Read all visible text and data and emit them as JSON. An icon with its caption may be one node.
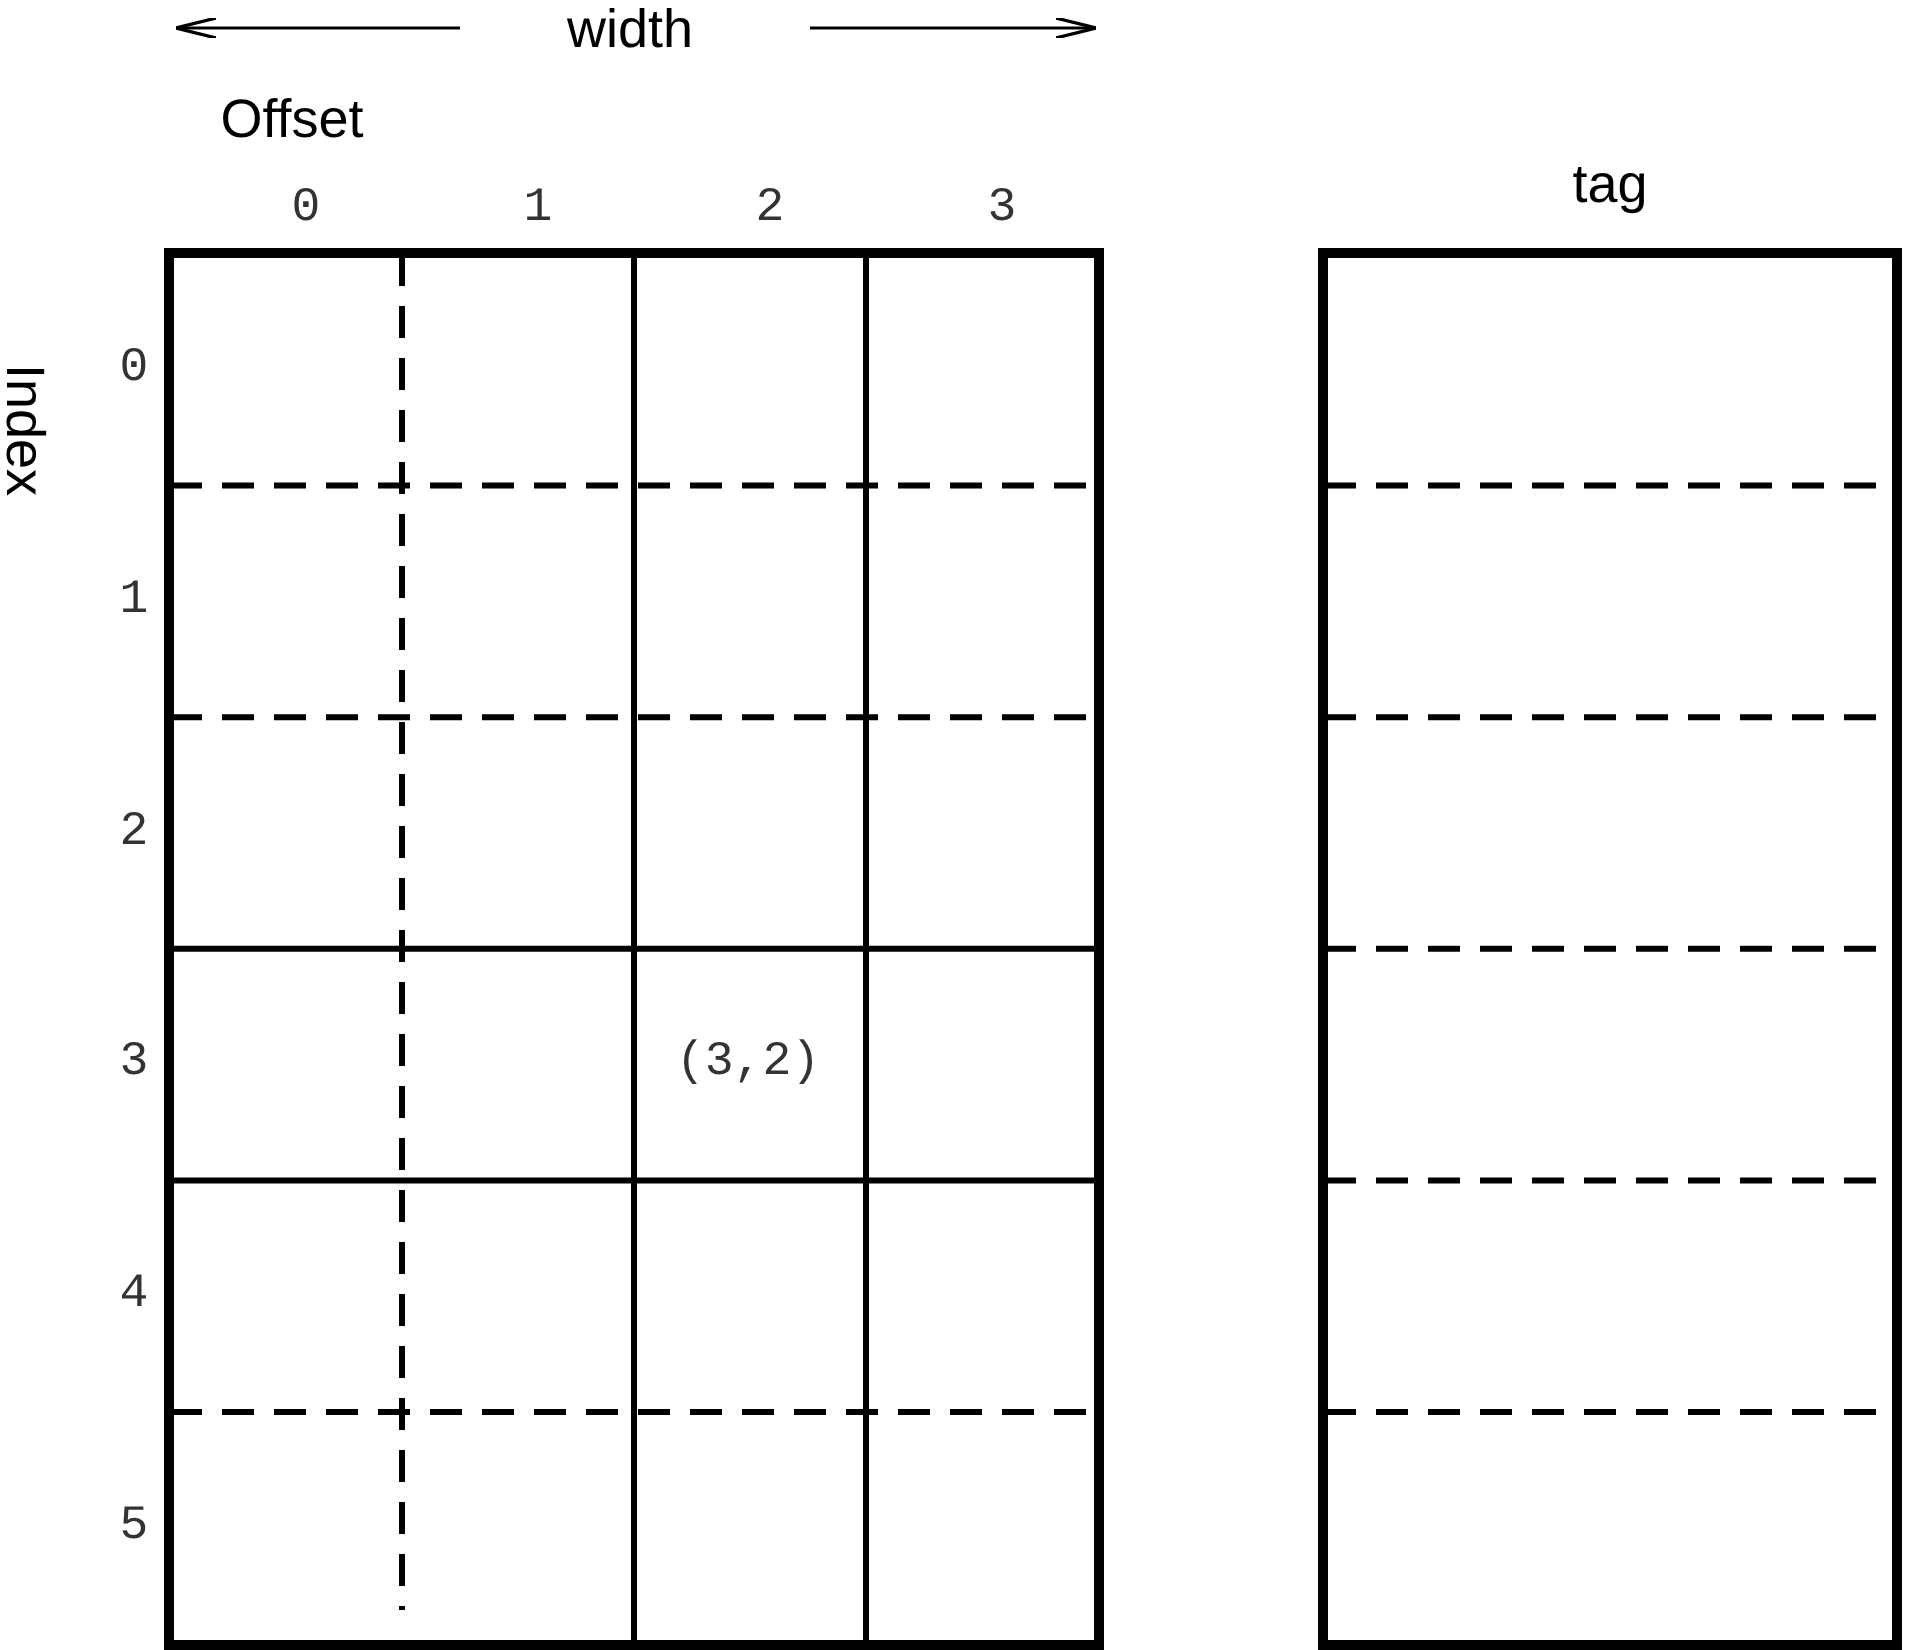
{
  "diagram": {
    "nodes": [
      {
        "text": [],
        "shape": "box"
      },
      {
        "text": [
          "(3,2)"
        ],
        "in": 0
      },
      {
        "text": [
          "tag"
        ]
      }
    ],
    "labels": [
      "width",
      "Offset",
      "0",
      "1",
      "2",
      "3",
      "Index",
      "0",
      "1",
      "2",
      "3",
      "4",
      "5"
    ]
  }
}
